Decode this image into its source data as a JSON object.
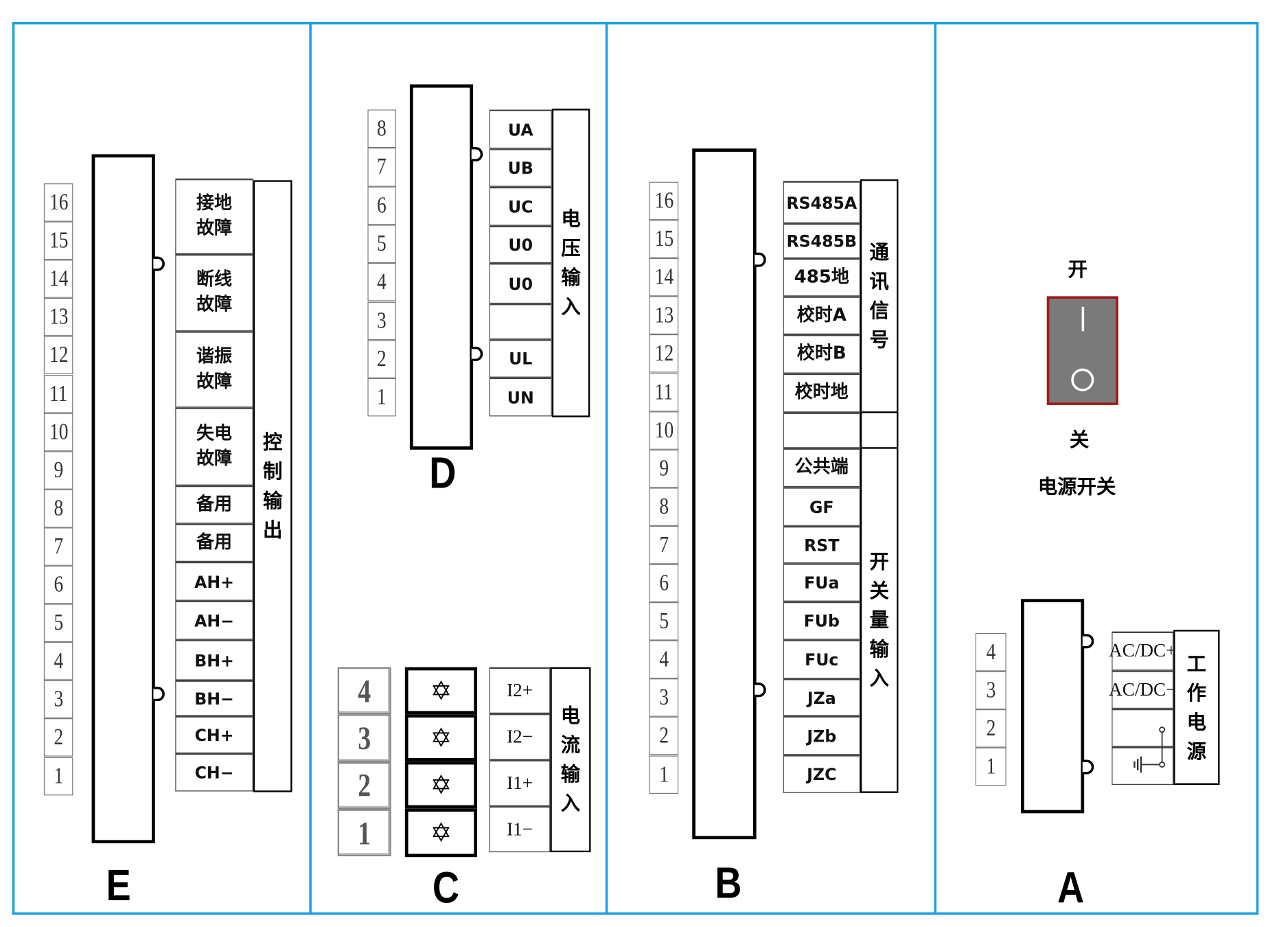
{
  "panels": {
    "E": {
      "letter": "E",
      "numbers": [
        "16",
        "15",
        "14",
        "13",
        "12",
        "11",
        "10",
        "9",
        "8",
        "7",
        "6",
        "5",
        "4",
        "3",
        "2",
        "1"
      ],
      "labels": [
        "接地\n故障",
        "断线\n故障",
        "谐振\n故障",
        "失电\n故障",
        "备用",
        "备用",
        "AH+",
        "AH−",
        "BH+",
        "BH−",
        "CH+",
        "CH−"
      ],
      "group": "控制输出"
    },
    "D": {
      "letter": "D",
      "numbers": [
        "8",
        "7",
        "6",
        "5",
        "4",
        "3",
        "2",
        "1"
      ],
      "labels": [
        "UA",
        "UB",
        "UC",
        "U0",
        "U0",
        "",
        "UL",
        "UN"
      ],
      "group": "电压输入"
    },
    "C": {
      "letter": "C",
      "numbers": [
        "4",
        "3",
        "2",
        "1"
      ],
      "labels": [
        "I2+",
        "I2−",
        "I1+",
        "I1−"
      ],
      "group": "电流输入"
    },
    "B": {
      "letter": "B",
      "numbers": [
        "16",
        "15",
        "14",
        "13",
        "12",
        "11",
        "10",
        "9",
        "8",
        "7",
        "6",
        "5",
        "4",
        "3",
        "2",
        "1"
      ],
      "labels": [
        "RS485A",
        "RS485B",
        "485地",
        "校时A",
        "校时B",
        "校时地",
        "",
        "公共端",
        "GF",
        "RST",
        "FUa",
        "FUb",
        "FUc",
        "JZa",
        "JZb",
        "JZC"
      ],
      "group_top": "通讯信号",
      "group_bottom": "开关量输入"
    },
    "A": {
      "letter": "A",
      "switch_on": "开",
      "switch_off": "关",
      "switch_title": "电源开关",
      "numbers": [
        "4",
        "3",
        "2",
        "1"
      ],
      "labels": [
        "AC/DC+",
        "AC/DC−",
        "",
        ""
      ],
      "group": "工作电源"
    }
  },
  "colors": {
    "frame": "#1aa0e4",
    "switch_fill": "#7a7a7a",
    "switch_border": "#a01818"
  }
}
